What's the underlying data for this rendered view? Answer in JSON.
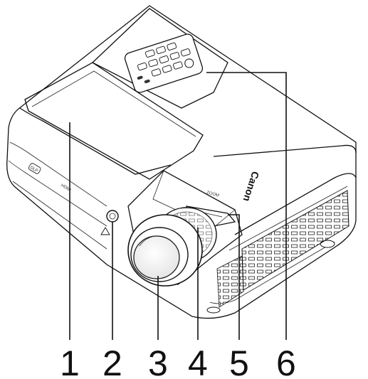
{
  "brand": "Canon",
  "front_logos": [
    "DLP",
    "HDMI"
  ],
  "zoom_label": "ZOOM",
  "callouts": [
    {
      "number": "1"
    },
    {
      "number": "2"
    },
    {
      "number": "3"
    },
    {
      "number": "4"
    },
    {
      "number": "5"
    },
    {
      "number": "6"
    }
  ]
}
